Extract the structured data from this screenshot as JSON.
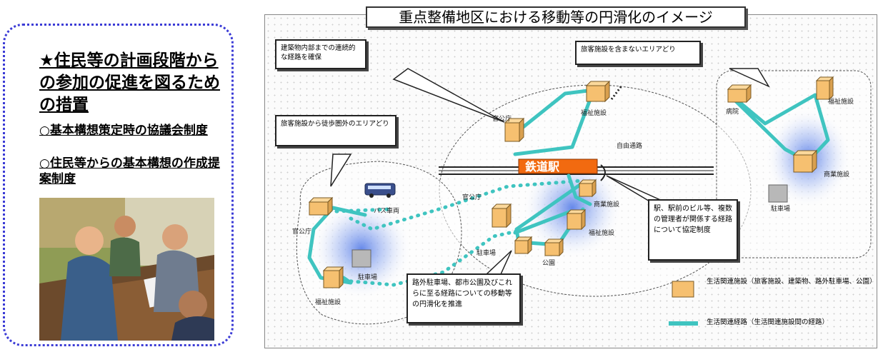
{
  "left_panel": {
    "heading": "★住民等の計画段階からの参加の促進を図るための措置",
    "item1": "○基本構想策定時の協議会制度",
    "item2": "○住民等からの基本構想の作成提案制度"
  },
  "diagram": {
    "title": "重点整備地区における移動等の円滑化のイメージ",
    "station_label": "鉄道駅",
    "facility_labels": {
      "fukushi_top": "福祉施設",
      "kankocho_center": "官公庁",
      "jiyu_tsuro": "自由通路",
      "kankocho_left_center": "官公庁",
      "shogyo_center": "商業施設",
      "fukushi_center": "福祉施設",
      "chushajo_center": "駐車場",
      "koen": "公園",
      "bus": "バス車両",
      "kankocho_left": "官公庁",
      "chushajo_left": "駐車場",
      "fukushi_left": "福祉施設",
      "byoin": "病院",
      "fukushi_right": "福祉施設",
      "shogyo_right": "商業施設",
      "chushajo_right": "駐車場"
    },
    "callouts": {
      "top_left": "建築物内部までの連続的な経路を確保",
      "top_right": "旅客施設を含まないエリアどり",
      "left": "旅客施設から徒歩圏外のエリアどり",
      "bottom_center": "路外駐車場、都市公園及びこれらに至る経路についての移動等の円滑化を推進",
      "right_center": "駅、駅前のビル等、複数の管理者が関係する経路について協定制度"
    },
    "legend": {
      "facility": "生活関連施設（旅客施設、建築物、路外駐車場、公園）",
      "route": "生活関連経路（生活関連施設間の経路）"
    }
  },
  "colors": {
    "facility_fill": "#f6c070",
    "route": "#3fc4c0",
    "station": "#f26a10",
    "panel_border": "#3b3bd6"
  }
}
